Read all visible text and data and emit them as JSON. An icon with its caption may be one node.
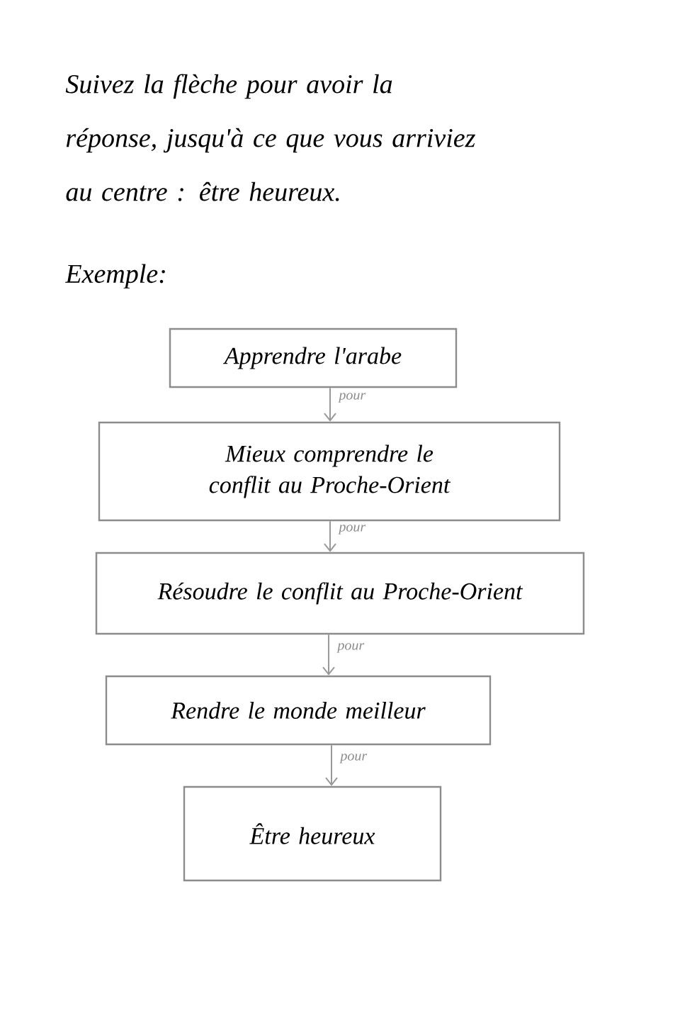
{
  "diagram": {
    "title": "Suivez la flèche pour avoir la réponse, jusqu'à ce que vous arriviez au centre : être heureux.",
    "nodes": [
      {
        "text": [
          "Apprendre l'arabe"
        ]
      },
      {
        "text": [
          "Mieux comprendre le conflit au Proche-Orient"
        ]
      },
      {
        "text": [
          "Résoudre le conflit au Proche-Orient"
        ]
      },
      {
        "text": [
          "Rendre le monde meilleur"
        ]
      },
      {
        "text": [
          "Être heureux"
        ]
      }
    ],
    "edges": [
      {
        "from": 0,
        "to": 1,
        "arrow": "to",
        "label": "pour"
      },
      {
        "from": 1,
        "to": 2,
        "arrow": "to",
        "label": "pour"
      },
      {
        "from": 2,
        "to": 3,
        "arrow": "to",
        "label": "pour"
      },
      {
        "from": 3,
        "to": 4,
        "arrow": "to",
        "label": "pour"
      }
    ],
    "labels": [
      "Exemple:"
    ]
  }
}
